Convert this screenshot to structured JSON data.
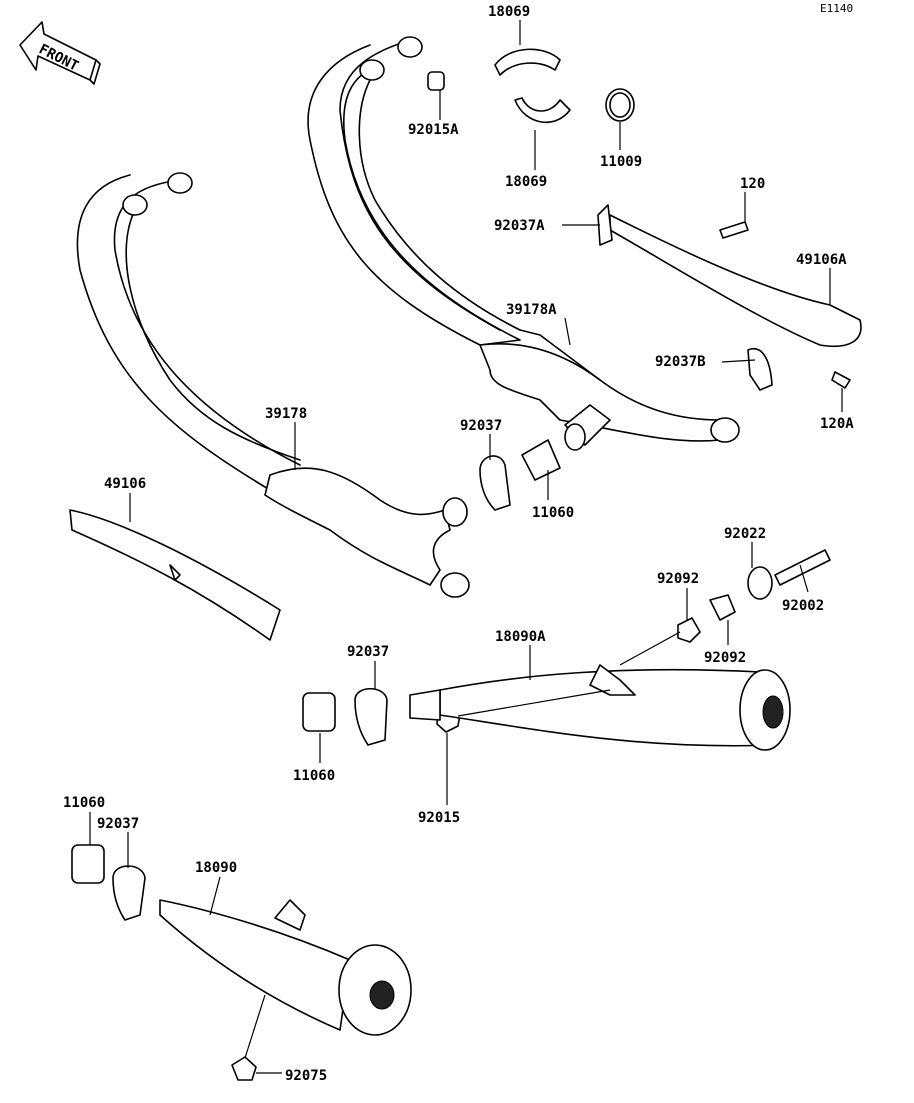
{
  "diagram_code": "E1140",
  "front_arrow_label": "FRONT",
  "parts": [
    "18069",
    "92015A",
    "18069",
    "11009",
    "120",
    "92037A",
    "49106A",
    "39178A",
    "92037B",
    "120A",
    "39178",
    "92037",
    "49106",
    "11060",
    "92022",
    "92092",
    "92002",
    "92092",
    "18090A",
    "92037",
    "11060",
    "92015",
    "11060",
    "92037",
    "18090",
    "92075"
  ]
}
